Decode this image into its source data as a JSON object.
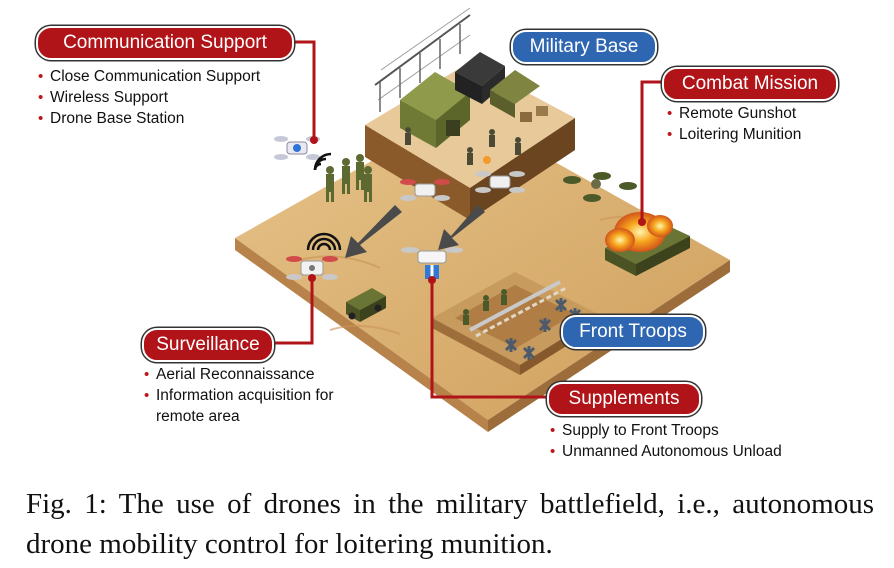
{
  "labels": {
    "communication": {
      "title": "Communication Support",
      "items": [
        "Close Communication Support",
        "Wireless Support",
        "Drone Base Station"
      ]
    },
    "military_base": {
      "title": "Military Base"
    },
    "combat": {
      "title": "Combat Mission",
      "items": [
        "Remote Gunshot",
        "Loitering Munition"
      ]
    },
    "surveillance": {
      "title": "Surveillance",
      "items": [
        "Aerial Reconnaissance",
        "Information acquisition for remote area"
      ]
    },
    "front_troops": {
      "title": "Front Troops"
    },
    "supplements": {
      "title": "Supplements",
      "items": [
        "Supply to Front Troops",
        "Unmanned Autonomous Unload"
      ]
    }
  },
  "caption": "Fig. 1: The use of drones in the military battlefield, i.e., autonomous drone mobility control for loitering munition.",
  "colors": {
    "red_tag": "#b01419",
    "blue_tag": "#2e66b1",
    "ground": "#d8ad6c",
    "connector": "#b01419"
  }
}
